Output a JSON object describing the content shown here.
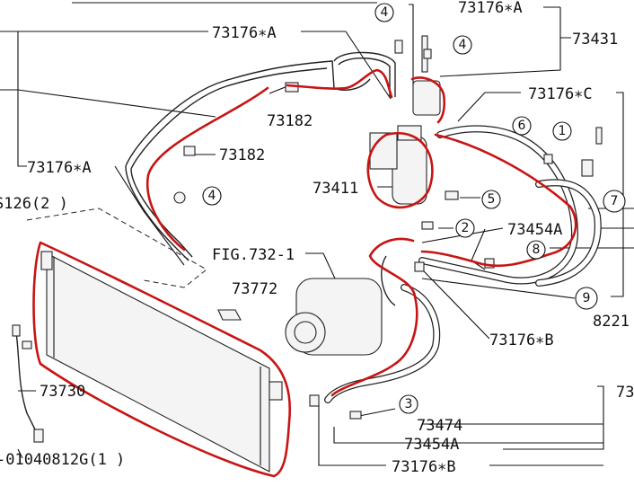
{
  "labels": {
    "p73176a_top": "73176∗A",
    "p73176a_top_right": "73176∗A",
    "p73431": "73431",
    "p73176c": "73176∗C",
    "p73182_a": "73182",
    "p73182_b": "73182",
    "p73176a_left": "73176∗A",
    "p73411": "73411",
    "p73454a_right": "73454A",
    "fig_ref": "FIG.732-1",
    "p73772": "73772",
    "p73176b_mid": "73176∗B",
    "p73730": "73730",
    "p73474": "73474",
    "p73454a_bottom": "73454A",
    "p73176b_bottom": "73176∗B",
    "p82": "8221",
    "p73_right": "73",
    "p_010408": "-01040812G(1 )",
    "p_s126": "S126(2 )"
  },
  "callouts": {
    "n4_top": "4",
    "n4_mid": "4",
    "n4_left": "4",
    "n1": "1",
    "n2": "2",
    "n3_bottom": "3",
    "n5": "5",
    "n6": "6",
    "n7": "7",
    "n8": "8",
    "n9": "9"
  },
  "colors": {
    "annotation": "#c81414",
    "line": "#111111"
  }
}
